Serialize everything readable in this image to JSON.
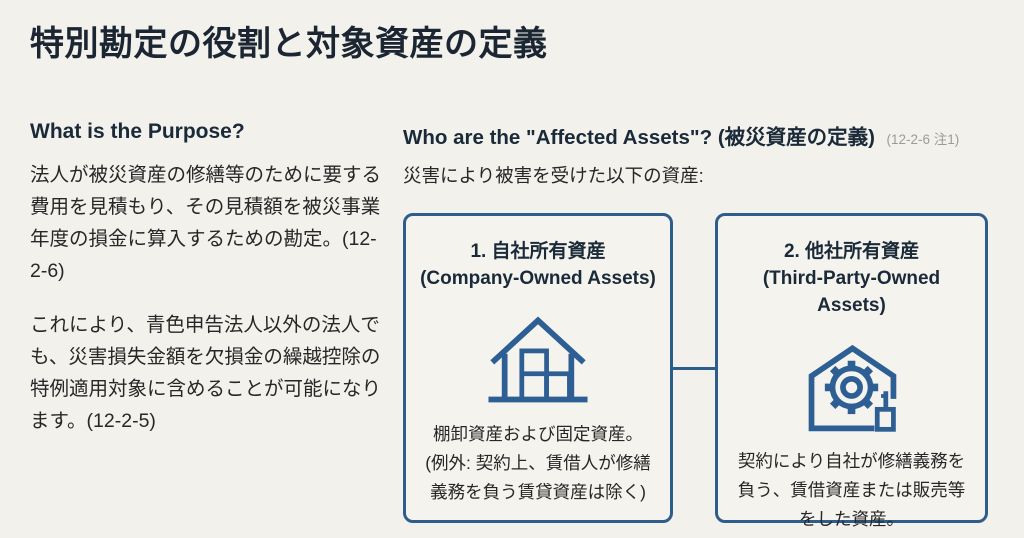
{
  "page": {
    "title": "特別勘定の役割と対象資産の定義",
    "background_color": "#f2f1ec",
    "accent_color": "#2e5d8c",
    "text_color": "#272727",
    "heading_color": "#1b2a39"
  },
  "left": {
    "heading": "What is the Purpose?",
    "paragraphs": [
      "法人が被災資産の修繕等のために要する費用を見積もり、その見積額を被災事業年度の損金に算入するための勘定。(12-2-6)",
      "これにより、青色申告法人以外の法人でも、災害損失金額を欠損金の繰越控除の特例適用対象に含めることが可能になります。(12-2-5)"
    ]
  },
  "right": {
    "heading": "Who are the \"Affected Assets\"? (被災資産の定義)",
    "heading_note": "(12-2-6 注1)",
    "subheading": "災害により被害を受けた以下の資産:",
    "cards": [
      {
        "title_line1": "1. 自社所有資産",
        "title_line2": "(Company-Owned Assets)",
        "icon": "warehouse-icon",
        "body": "棚卸資産および固定資産。\n(例外: 契約上、賃借人が修繕\n義務を負う賃貸資産は除く)"
      },
      {
        "title_line1": "2. 他社所有資産",
        "title_line2": "(Third-Party-Owned Assets)",
        "icon": "house-gear-icon",
        "body": "契約により自社が修繕義務を\n負う、賃借資産または販売等\nをした資産。"
      }
    ]
  }
}
